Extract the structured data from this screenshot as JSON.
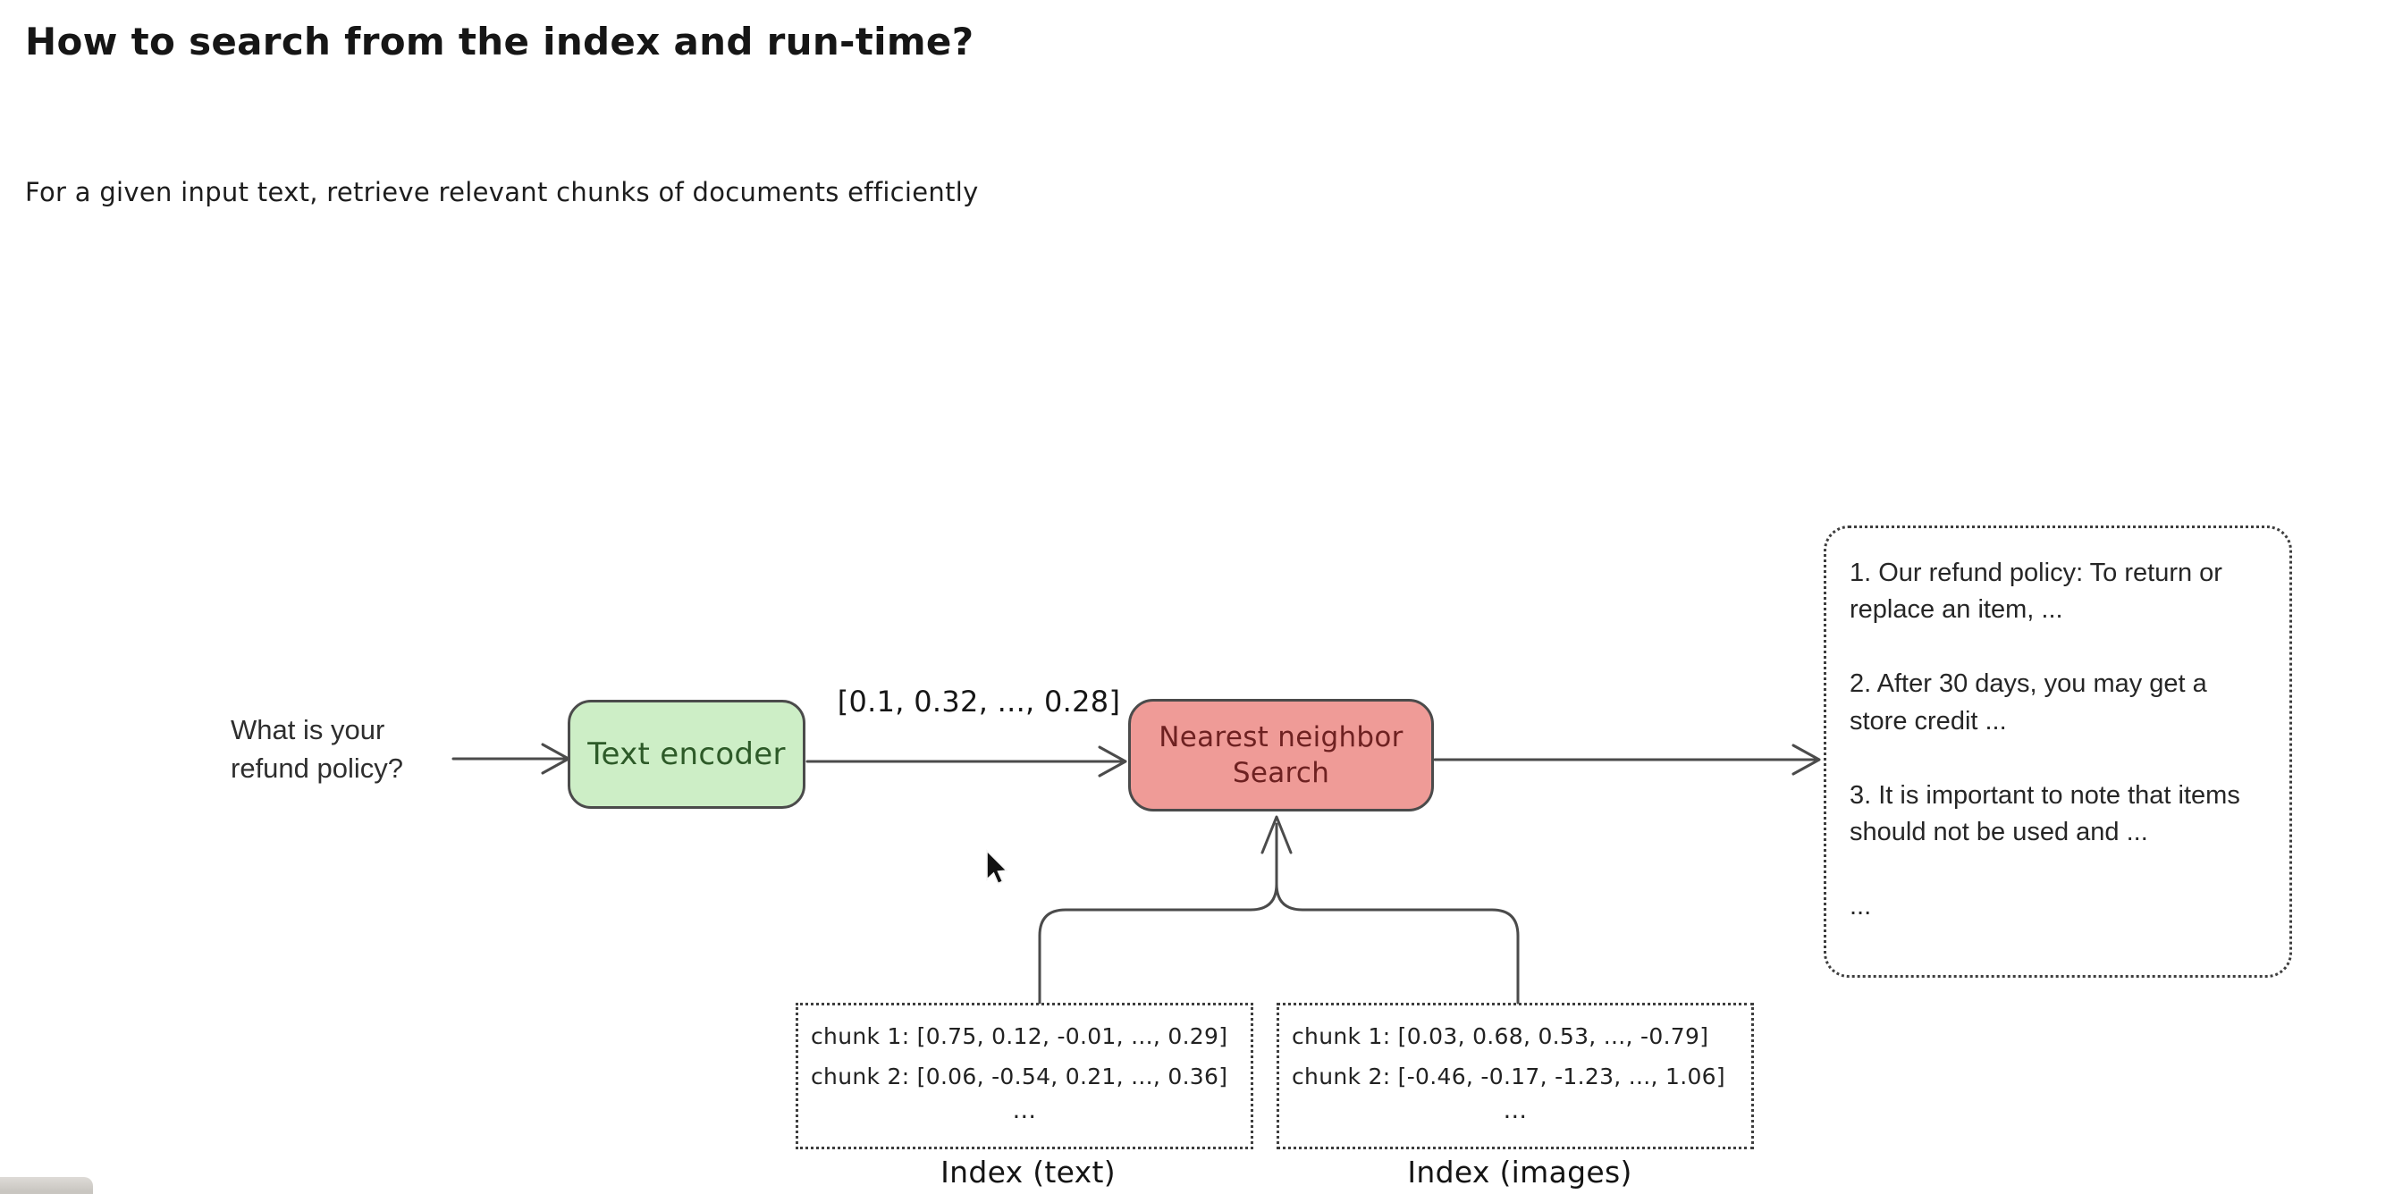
{
  "title": "How to search from the index and run-time?",
  "subtitle": "For a given input text, retrieve relevant chunks of documents efficiently",
  "flow": {
    "query_line1": "What is your",
    "query_line2": "refund policy?",
    "encoder_label": "Text encoder",
    "query_vector": "[0.1, 0.32, ..., 0.28]",
    "nn_line1": "Nearest neighbor",
    "nn_line2": "Search"
  },
  "results_box": {
    "items": [
      "1. Our refund policy: To return or replace an item, ...",
      "2. After 30 days, you may get a store credit ...",
      "3. It is important to note that items should not be used and ...",
      "..."
    ]
  },
  "indexes": [
    {
      "label": "Index (text)",
      "chunks": [
        "chunk 1: [0.75, 0.12, -0.01, ..., 0.29]",
        "chunk 2: [0.06, -0.54, 0.21, ..., 0.36]",
        "..."
      ]
    },
    {
      "label": "Index (images)",
      "chunks": [
        "chunk 1: [0.03, 0.68, 0.53, ..., -0.79]",
        "chunk 2: [-0.46, -0.17, -1.23, ..., 1.06]",
        "..."
      ]
    }
  ],
  "colors": {
    "background": "#ffffff",
    "encoder_fill": "#cdeec6",
    "encoder_text": "#2d5a28",
    "nn_fill": "#ef9b97",
    "nn_text": "#6e2121",
    "stroke": "#4b4b4b",
    "dotted_border": "#3e3e3e"
  }
}
